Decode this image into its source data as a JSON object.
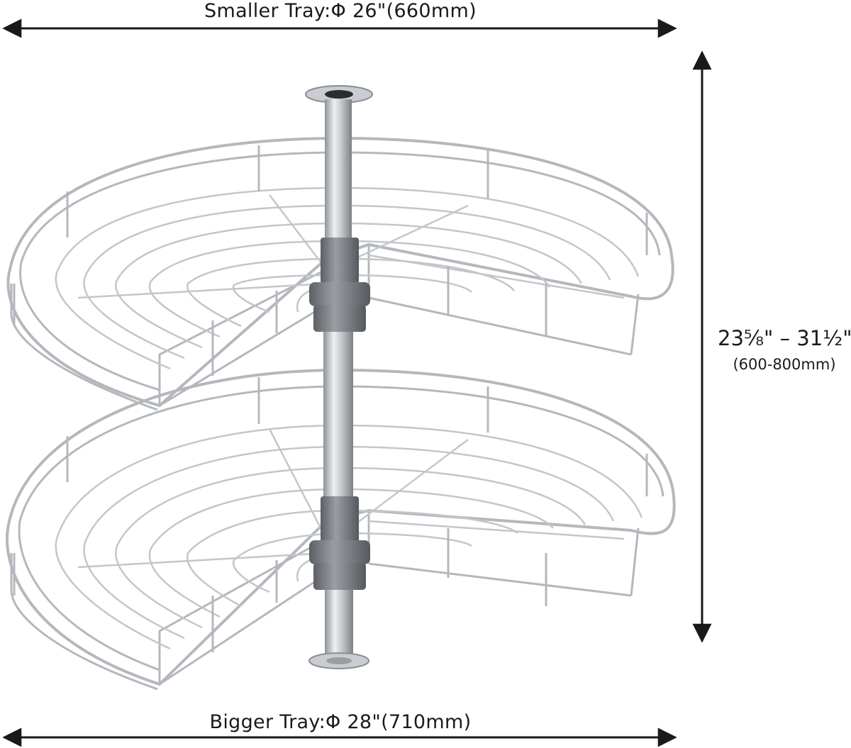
{
  "dimensions": {
    "smaller_tray": "Smaller Tray:Φ 26\"(660mm)",
    "bigger_tray": "Bigger Tray:Φ 28\"(710mm)",
    "height_in": "23⅝\" – 31½\"",
    "height_mm": "(600-800mm)"
  },
  "product": {
    "shape": "kidney-lazy-susan-two-tier",
    "wire_color": "#b9bcc1",
    "pole_color": "#c9ccd0",
    "hub_color": "#707479"
  },
  "icons": [
    "dimension-arrow-horizontal",
    "dimension-arrow-vertical"
  ]
}
